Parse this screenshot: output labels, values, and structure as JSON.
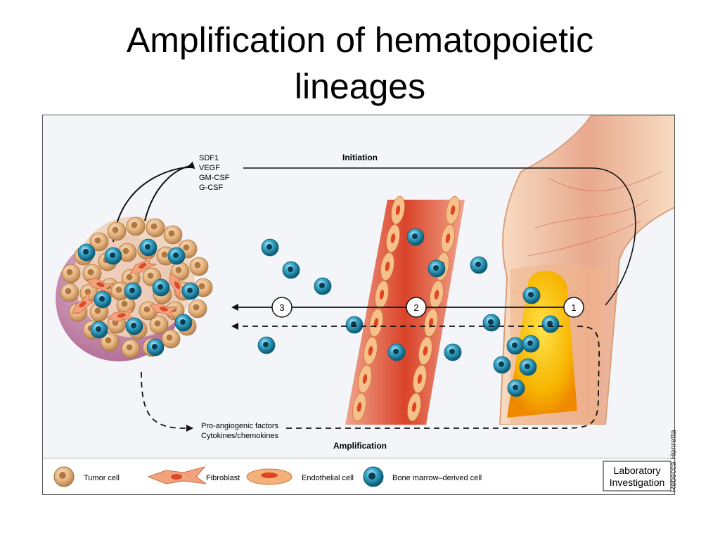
{
  "title": {
    "line1": "Amplification of hematopoietic",
    "line2": "lineages"
  },
  "diagram": {
    "factors_top": [
      "SDF1",
      "VEGF",
      "GM-CSF",
      "G-CSF"
    ],
    "initiation_label": "Initiation",
    "amplification_label": "Amplification",
    "factors_bottom": [
      "Pro-angiogenic factors",
      "Cytokines/chemokines"
    ],
    "step_badges": [
      "3",
      "2",
      "1"
    ]
  },
  "legend": {
    "items": [
      {
        "label": "Tumor cell",
        "icon": "tumor-cell-icon"
      },
      {
        "label": "Fibroblast",
        "icon": "fibroblast-icon"
      },
      {
        "label": "Endothelial cell",
        "icon": "endothelial-cell-icon"
      },
      {
        "label": "Bone marrow–derived cell",
        "icon": "bone-marrow-derived-cell-icon"
      }
    ]
  },
  "journal_logo": {
    "line1": "Laboratory",
    "line2": "Investigation"
  },
  "credit": "Rebecca Henretta",
  "colors": {
    "tumor": "#d9a66b",
    "vessel": "#d63a20",
    "bone": "#f2c9a0",
    "marrow": "#f6b800",
    "bmdc": "#1e88a8"
  }
}
